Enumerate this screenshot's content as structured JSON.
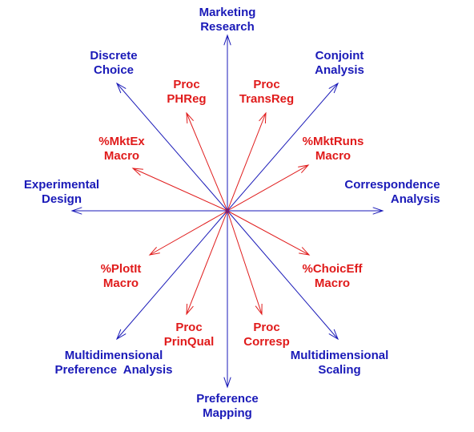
{
  "colors": {
    "outer": "#1a1ab8",
    "inner": "#e01b1b"
  },
  "outer_labels": [
    {
      "lines": [
        "Marketing",
        "Research"
      ]
    },
    {
      "lines": [
        "Conjoint",
        "Analysis"
      ]
    },
    {
      "lines": [
        "Correspondence",
        "Analysis"
      ]
    },
    {
      "lines": [
        "Multidimensional",
        "Scaling"
      ]
    },
    {
      "lines": [
        "Preference",
        "Mapping"
      ]
    },
    {
      "lines": [
        "Multidimensional",
        "Preference  Analysis"
      ]
    },
    {
      "lines": [
        "Experimental",
        "Design"
      ]
    },
    {
      "lines": [
        "Discrete",
        "Choice"
      ]
    }
  ],
  "inner_labels": [
    {
      "lines": [
        "Proc",
        "TransReg"
      ]
    },
    {
      "lines": [
        "%MktRuns",
        "Macro"
      ]
    },
    {
      "lines": [
        "%ChoicEff",
        "Macro"
      ]
    },
    {
      "lines": [
        "Proc",
        "Corresp"
      ]
    },
    {
      "lines": [
        "Proc",
        "PrinQual"
      ]
    },
    {
      "lines": [
        "%PlotIt",
        "Macro"
      ]
    },
    {
      "lines": [
        "%MktEx",
        "Macro"
      ]
    },
    {
      "lines": [
        "Proc",
        "PHReg"
      ]
    }
  ]
}
